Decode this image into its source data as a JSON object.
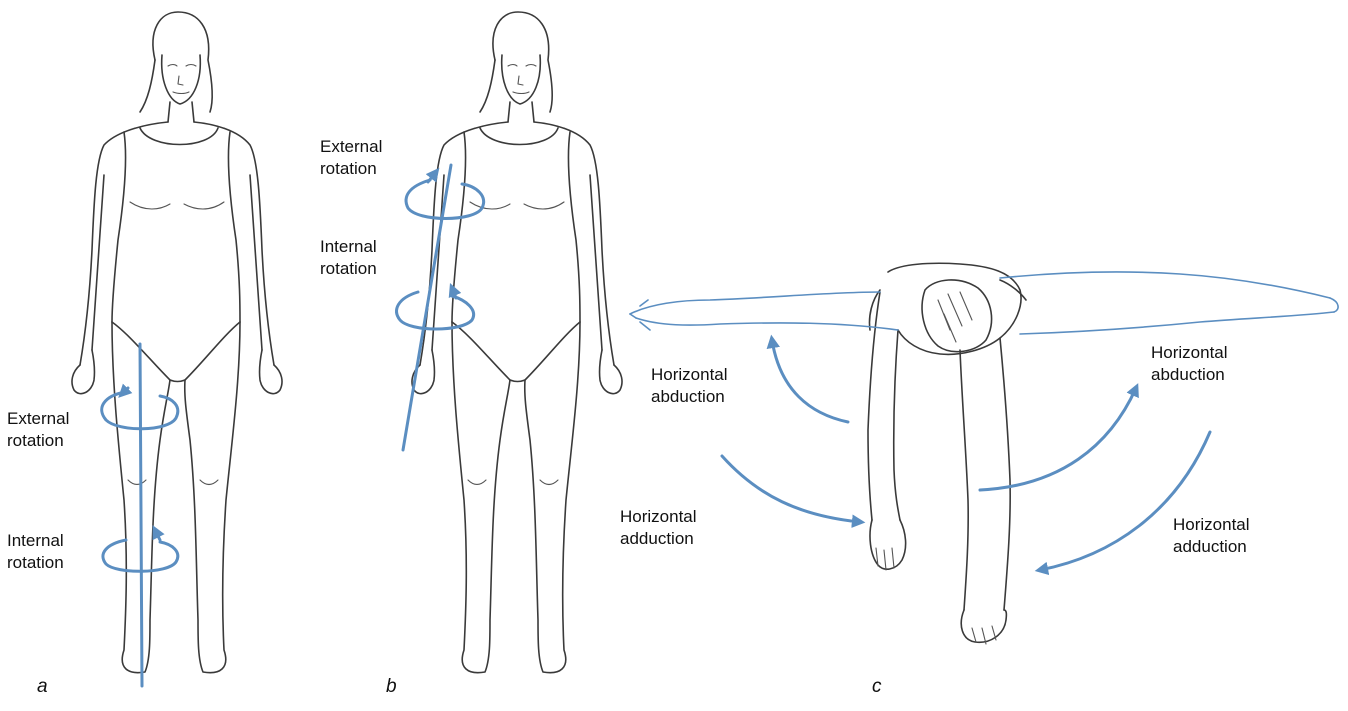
{
  "panels": {
    "a": {
      "letter": "a",
      "label_external": [
        "External",
        "rotation"
      ],
      "label_internal": [
        "Internal",
        "rotation"
      ]
    },
    "b": {
      "letter": "b",
      "label_external": [
        "External",
        "rotation"
      ],
      "label_internal": [
        "Internal",
        "rotation"
      ]
    },
    "c": {
      "letter": "c",
      "label_left_abduction": [
        "Horizontal",
        "abduction"
      ],
      "label_left_adduction": [
        "Horizontal",
        "adduction"
      ],
      "label_right_abduction": [
        "Horizontal",
        "abduction"
      ],
      "label_right_adduction": [
        "Horizontal",
        "adduction"
      ]
    }
  },
  "colors": {
    "arrow": "#5b8ec1",
    "figure_line": "#3a3a3a"
  }
}
